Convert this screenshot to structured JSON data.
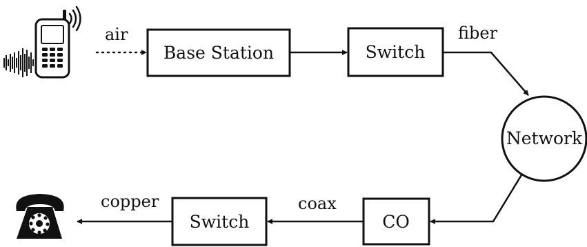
{
  "colors": {
    "ink": "#111111",
    "background": "#ffffff"
  },
  "nodes": {
    "base_station": "Base Station",
    "switch_top": "Switch",
    "network": "Network",
    "co": "CO",
    "switch_bottom": "Switch"
  },
  "edges": {
    "air": "air",
    "fiber": "fiber",
    "coax": "coax",
    "copper": "copper"
  },
  "icons": {
    "mobile": "mobile-phone-icon",
    "signal": "signal-waves-icon",
    "noise": "noise-waveform-icon",
    "telephone": "rotary-telephone-icon"
  }
}
